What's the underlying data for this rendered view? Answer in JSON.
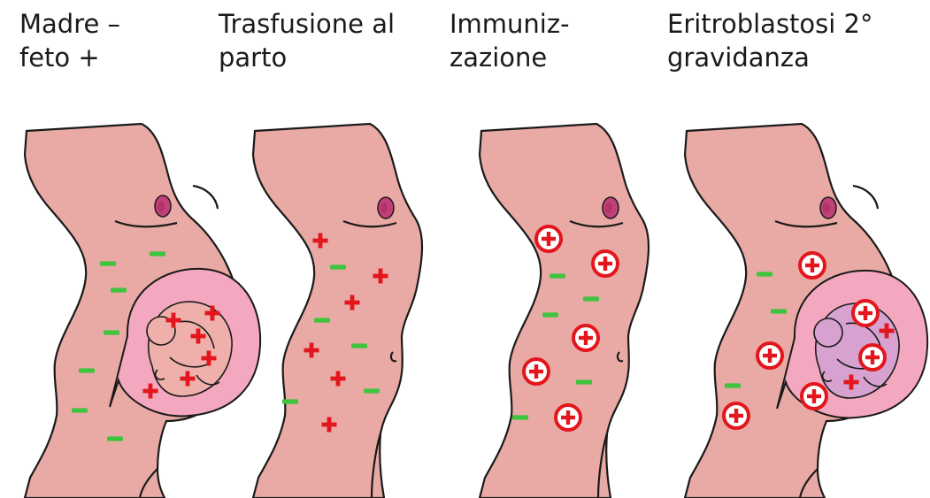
{
  "panels": [
    {
      "title": "Madre –\nfeto +"
    },
    {
      "title": "Trasfusione al\nparto"
    },
    {
      "title": "Immuniz-\nzazione"
    },
    {
      "title": "Eritroblastosi 2°\ngravidanza"
    }
  ],
  "colors": {
    "skin": "#e9aaa5",
    "outline": "#1a1a1a",
    "nipple": "#c2407a",
    "uterus": "#f4a8bf",
    "amniotic": "#f8d6e2",
    "fetus_first": "#efb0ab",
    "fetus_second": "#d7a2cf",
    "plus": "#e2161c",
    "minus": "#3ec43e"
  }
}
